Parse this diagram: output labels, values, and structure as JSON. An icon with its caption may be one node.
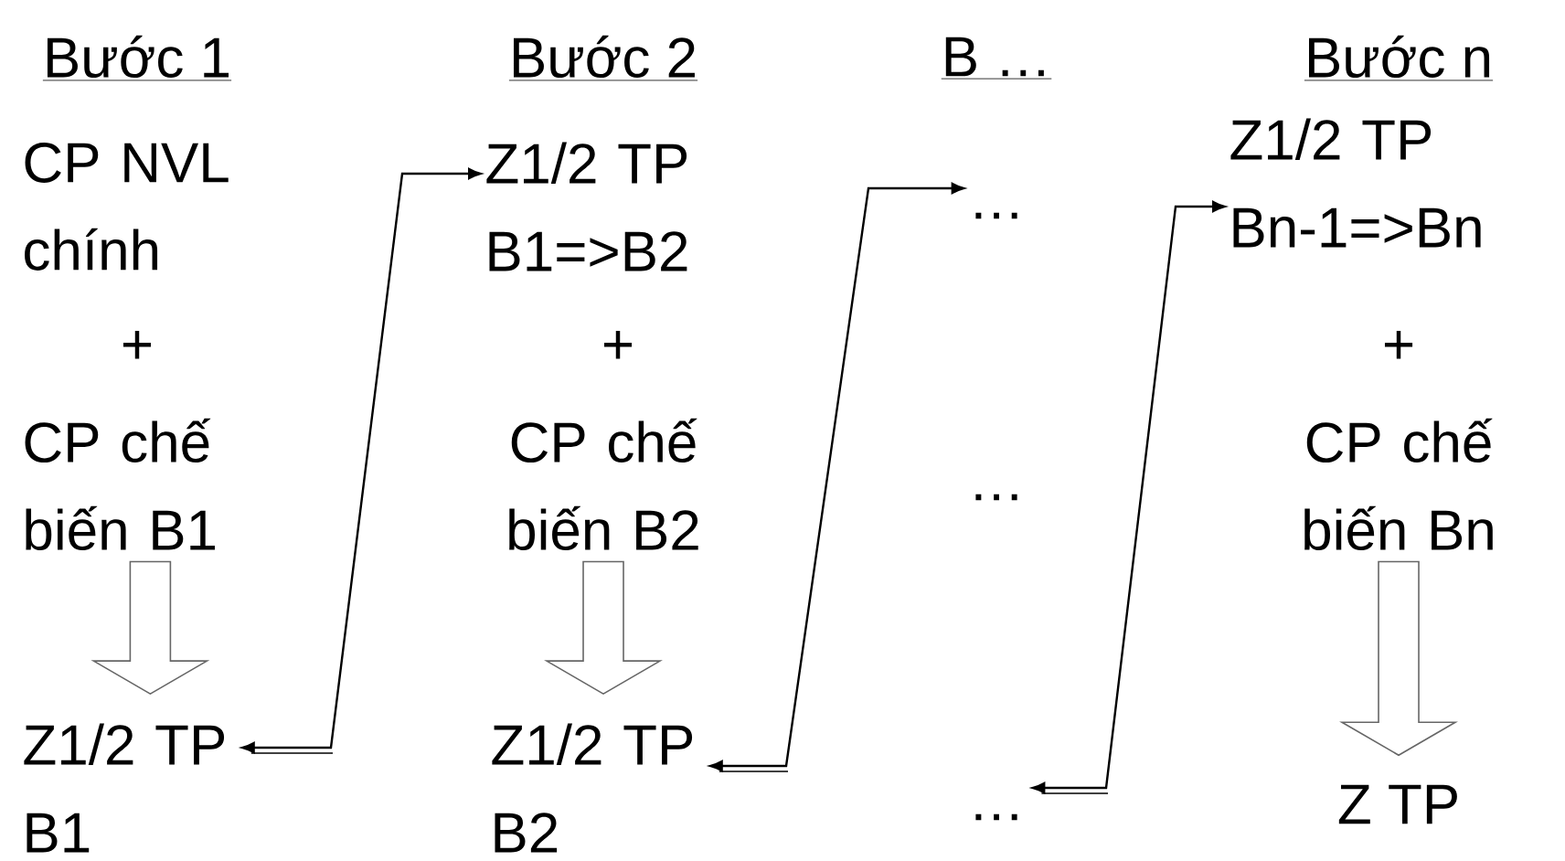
{
  "diagram": {
    "nodes": [
      {
        "text": [
          "CP chế biến B1"
        ]
      },
      {
        "text": [
          "Z1/2 TP B1"
        ]
      },
      {
        "text": [
          "Z1/2 TP B1=>B2"
        ]
      },
      {
        "text": [
          "CP chế biến B2"
        ]
      },
      {
        "text": [
          "Z1/2 TP B2"
        ]
      },
      {
        "text": [
          "…"
        ]
      },
      {
        "text": [
          "…"
        ]
      },
      {
        "text": [
          "Z1/2 TP Bn-1=>Bn"
        ]
      },
      {
        "text": [
          "CP chế biến Bn"
        ]
      },
      {
        "text": [
          "Z TP"
        ]
      }
    ],
    "edges": [
      {
        "from": 0,
        "to": 1,
        "arrow": "to"
      },
      {
        "from": 1,
        "to": 2,
        "arrow": "both"
      },
      {
        "from": 3,
        "to": 4,
        "arrow": "to"
      },
      {
        "from": 4,
        "to": 5,
        "arrow": "both"
      },
      {
        "from": 6,
        "to": 7,
        "arrow": "both"
      },
      {
        "from": 8,
        "to": 9,
        "arrow": "to"
      }
    ],
    "labels": [
      "Bước 1",
      "Bước 2",
      "B …",
      "Bước n",
      "CP NVL chính",
      "+",
      "+",
      "+",
      "…"
    ]
  }
}
